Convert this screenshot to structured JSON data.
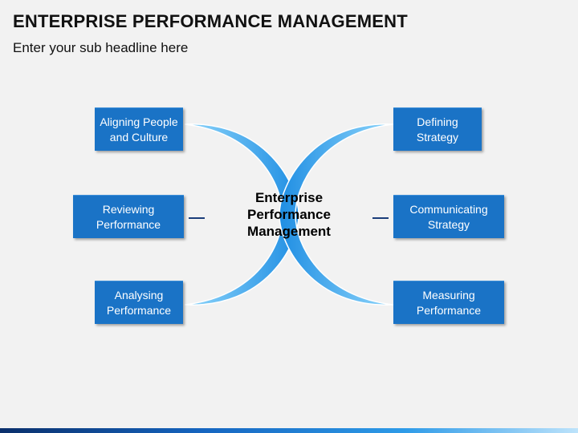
{
  "header": {
    "title": "ENTERPRISE PERFORMANCE MANAGEMENT",
    "subtitle": "Enter your sub headline here"
  },
  "center": {
    "label": "Enterprise\nPerformance\nManagement"
  },
  "nodes": {
    "aligning": "Aligning People\nand Culture",
    "reviewing": "Reviewing\nPerformance",
    "analysing": "Analysing\nPerformance",
    "defining": "Defining\nStrategy",
    "communicating": "Communicating\nStrategy",
    "measuring": "Measuring\nPerformance"
  },
  "colors": {
    "box": "#1a73c6",
    "arc_light": "#63c3f7",
    "arc_dark": "#1f8ee3",
    "background": "#f2f2f2"
  }
}
